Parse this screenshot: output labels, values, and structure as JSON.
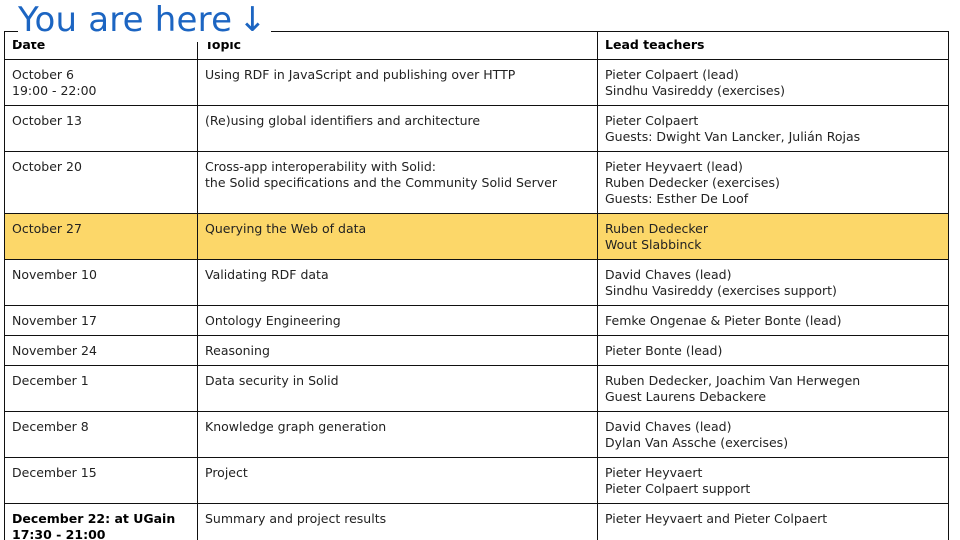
{
  "banner": {
    "text": "You are here",
    "arrow": "↓"
  },
  "colors": {
    "banner_text": "#1c65c2",
    "highlight_row": "#fcd769",
    "border": "#111111"
  },
  "table": {
    "headers": [
      "Date",
      "Topic",
      "Lead teachers"
    ],
    "rows": [
      {
        "date": [
          "October 6",
          "19:00 - 22:00"
        ],
        "topic": [
          "Using RDF in JavaScript and publishing over HTTP"
        ],
        "lead": [
          "Pieter Colpaert (lead)",
          "Sindhu Vasireddy (exercises)"
        ]
      },
      {
        "date": [
          "October 13"
        ],
        "topic": [
          "(Re)using global identifiers and architecture"
        ],
        "lead": [
          "Pieter Colpaert",
          "Guests: Dwight Van Lancker, Julián Rojas"
        ]
      },
      {
        "date": [
          "October 20"
        ],
        "topic": [
          "Cross-app interoperability with Solid:",
          "the Solid specifications and the Community Solid Server"
        ],
        "lead": [
          "Pieter Heyvaert (lead)",
          "Ruben Dedecker (exercises)",
          "Guests: Esther De Loof"
        ]
      },
      {
        "date": [
          "October 27"
        ],
        "topic": [
          "Querying the Web of data"
        ],
        "lead": [
          "Ruben Dedecker",
          "Wout Slabbinck"
        ],
        "highlighted": true
      },
      {
        "date": [
          "November 10"
        ],
        "topic": [
          "Validating RDF data"
        ],
        "lead": [
          "David Chaves  (lead)",
          "Sindhu Vasireddy (exercises support)"
        ]
      },
      {
        "date": [
          "November 17"
        ],
        "topic": [
          "Ontology Engineering"
        ],
        "lead": [
          "Femke Ongenae & Pieter Bonte (lead)"
        ]
      },
      {
        "date": [
          "November 24"
        ],
        "topic": [
          "Reasoning"
        ],
        "lead": [
          "Pieter Bonte (lead)"
        ]
      },
      {
        "date": [
          "December 1"
        ],
        "topic": [
          "Data security in Solid"
        ],
        "lead": [
          "Ruben Dedecker, Joachim Van Herwegen",
          "Guest Laurens Debackere"
        ]
      },
      {
        "date": [
          "December 8"
        ],
        "topic": [
          "Knowledge graph generation"
        ],
        "lead": [
          "David Chaves (lead)",
          "Dylan Van Assche (exercises)"
        ]
      },
      {
        "date": [
          "December 15"
        ],
        "topic": [
          "Project"
        ],
        "lead": [
          "Pieter Heyvaert",
          "Pieter Colpaert support"
        ]
      },
      {
        "date": [
          "December 22: at UGain",
          "17:30 - 21:00"
        ],
        "topic": [
          "Summary and project results"
        ],
        "lead": [
          "Pieter Heyvaert and Pieter Colpaert"
        ],
        "bold_date": true
      }
    ]
  }
}
